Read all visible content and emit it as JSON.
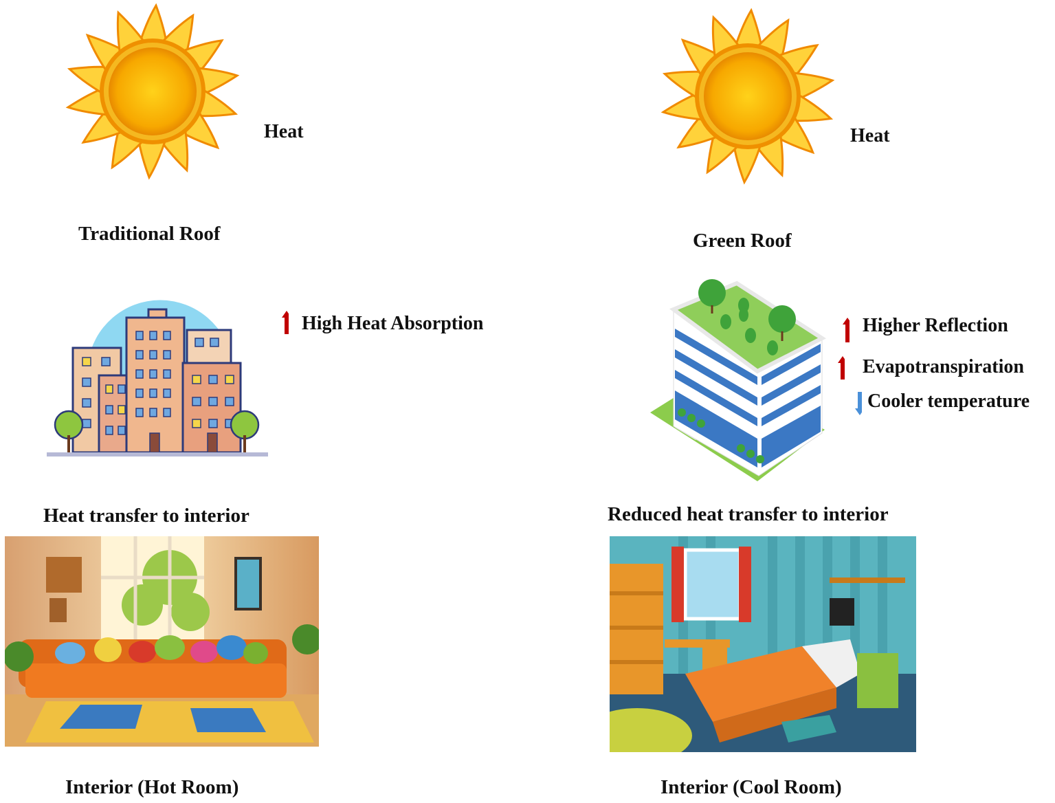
{
  "left": {
    "heat_label": "Heat",
    "roof_title": "Traditional Roof",
    "effects": [
      {
        "direction": "up",
        "label": "High Heat Absorption"
      }
    ],
    "transfer_label": "Heat transfer to interior",
    "interior_label": "Interior (Hot Room)"
  },
  "right": {
    "heat_label": "Heat",
    "roof_title": "Green Roof",
    "effects": [
      {
        "direction": "up",
        "label": "Higher Reflection"
      },
      {
        "direction": "up",
        "label": "Evapotranspiration"
      },
      {
        "direction": "down",
        "label": "Cooler temperature"
      }
    ],
    "transfer_label": "Reduced heat transfer to interior",
    "interior_label": "Interior (Cool Room)"
  },
  "colors": {
    "up_arrow": "#c00000",
    "down_arrow": "#4a90d9",
    "sun": "#f7a800"
  }
}
